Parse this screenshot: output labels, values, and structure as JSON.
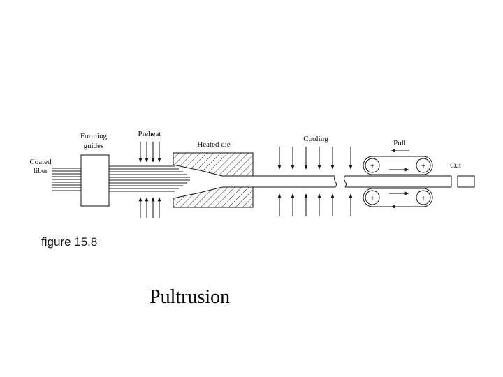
{
  "diagram": {
    "labels": {
      "coated_fiber_line1": "Coated",
      "coated_fiber_line2": "fiber",
      "forming_guides_line1": "Forming",
      "forming_guides_line2": "guides",
      "preheat": "Preheat",
      "heated_die": "Heated die",
      "cooling": "Cooling",
      "pull": "Pull",
      "cut": "Cut"
    },
    "figure_number": "figure 15.8",
    "caption": "Pultrusion"
  }
}
